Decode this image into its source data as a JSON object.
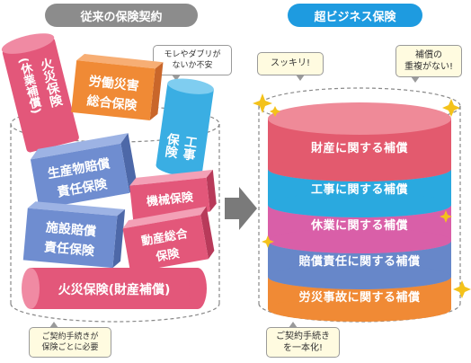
{
  "left_panel": {
    "title": "従来の保険契約",
    "bubble_top": [
      "モレやダブリが",
      "ないか不安"
    ],
    "bubble_bottom": [
      "ご契約手続きが",
      "保険ごとに必要"
    ],
    "blocks": {
      "fire_business": [
        "火災保険",
        "(休業補償)"
      ],
      "labor": [
        "労働災害",
        "総合保険"
      ],
      "construction": [
        "工事",
        "保険"
      ],
      "product_liability": [
        "生産物賠償",
        "責任保険"
      ],
      "machinery": "機械保険",
      "facility_liability": [
        "施設賠償",
        "責任保険"
      ],
      "movable": [
        "動産総合",
        "保険"
      ],
      "fire_property": "火災保険(財産補償)"
    }
  },
  "arrow": "right-arrow",
  "right_panel": {
    "title": "超ビジネス保険",
    "bubble_left": "スッキリ!",
    "bubble_right": [
      "補償の",
      "重複がない!"
    ],
    "bubble_bottom": [
      "ご契約手続き",
      "を一本化!"
    ],
    "bands": [
      {
        "label": "財産に関する補償",
        "color": "#e35a6e"
      },
      {
        "label": "工事に関する補償",
        "color": "#2aa9df"
      },
      {
        "label": "休業に関する補償",
        "color": "#d95fa8"
      },
      {
        "label": "賠償責任に関する補償",
        "color": "#6787c9"
      },
      {
        "label": "労災事故に関する補償",
        "color": "#f08a35"
      }
    ]
  },
  "colors": {
    "left_header": "#8c8c8c",
    "right_header": "#1e9be0",
    "arrow": "#7a7a7a"
  }
}
